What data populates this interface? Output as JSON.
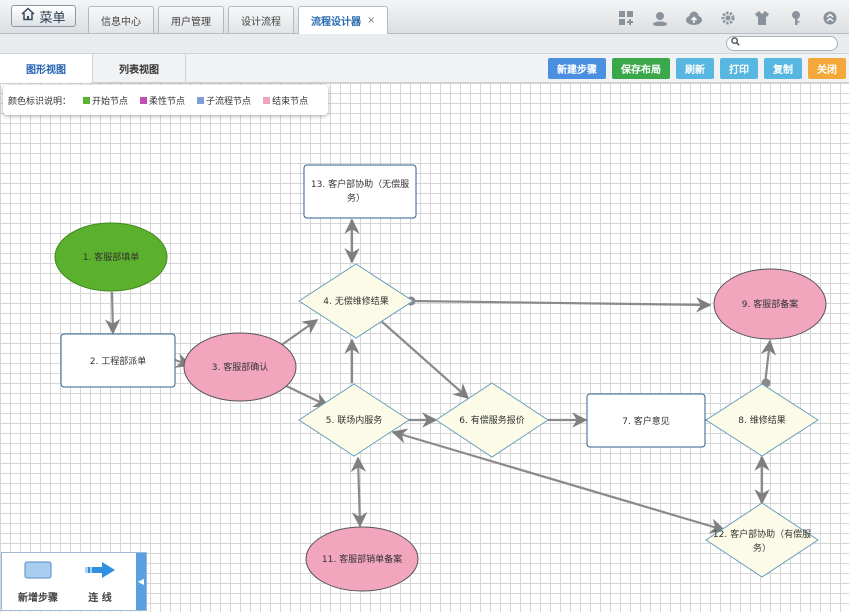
{
  "topbar": {
    "menu_label": "菜单",
    "tabs": [
      {
        "label": "信息中心"
      },
      {
        "label": "用户管理"
      },
      {
        "label": "设计流程"
      },
      {
        "label": "流程设计器",
        "close": "×"
      }
    ],
    "icons": [
      "grid-icon",
      "user-icon",
      "cloud-upload-icon",
      "gear-icon",
      "shirt-icon",
      "key-icon",
      "chevron-up-icon"
    ]
  },
  "search": {
    "placeholder": ""
  },
  "views": {
    "graph": "图形视图",
    "list": "列表视图"
  },
  "actions": [
    {
      "label": "新建步骤",
      "color": "#4a8fe0"
    },
    {
      "label": "保存布局",
      "color": "#3aa84a"
    },
    {
      "label": "刷新",
      "color": "#58b7e0"
    },
    {
      "label": "打印",
      "color": "#58b7e0"
    },
    {
      "label": "复制",
      "color": "#58b7e0"
    },
    {
      "label": "关闭",
      "color": "#f5a83a"
    }
  ],
  "legend": {
    "title": "颜色标识说明：",
    "items": [
      {
        "label": "开始节点",
        "color": "#5cb531"
      },
      {
        "label": "柔性节点",
        "color": "#c24fb5"
      },
      {
        "label": "子流程节点",
        "color": "#7c9fd6"
      },
      {
        "label": "结束节点",
        "color": "#f0a4bd"
      }
    ]
  },
  "nodes": {
    "n1": "1. 客服部填单",
    "n2": "2. 工程部派单",
    "n3": "3. 客服部确认",
    "n4": "4. 无偿维修结果",
    "n5": "5. 联场内服务",
    "n6": "6. 有偿服务报价",
    "n7": "7. 客户意见",
    "n8": "8. 维修结果",
    "n9": "9. 客服部备案",
    "n11": "11. 客服部销单备案",
    "n12a": "12. 客户部协助（有偿服",
    "n12b": "务）",
    "n13a": "13. 客户部协助（无偿服",
    "n13b": "务）"
  },
  "tools": {
    "new_step": "新增步骤",
    "connect": "连 线"
  }
}
